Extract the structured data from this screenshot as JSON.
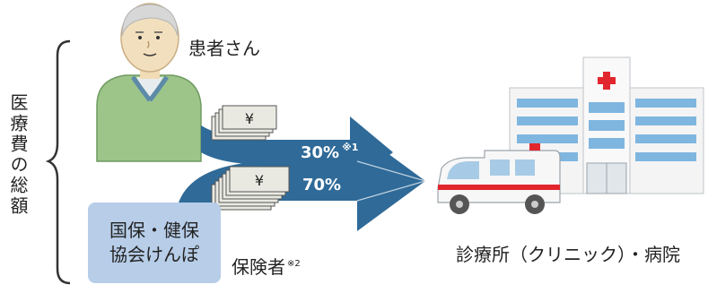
{
  "total_label": "医療費の総額",
  "patient": {
    "label": "患者さん"
  },
  "insurer": {
    "box_line1": "国保・健保",
    "box_line2": "協会けんぽ",
    "label": "保険者",
    "label_note": "※2"
  },
  "provider": {
    "label": "診療所（クリニック）・病院"
  },
  "money": {
    "symbol": "¥"
  },
  "flows": [
    {
      "share": "30%",
      "note": "※1"
    },
    {
      "share": "70%"
    }
  ],
  "colors": {
    "arrow": "#2f6a98",
    "arrow_light": "#4a86b6",
    "insurer_box": "#b7cde8",
    "patient_shirt": "#9dc58a",
    "hospital_cross": "#e2262d"
  }
}
